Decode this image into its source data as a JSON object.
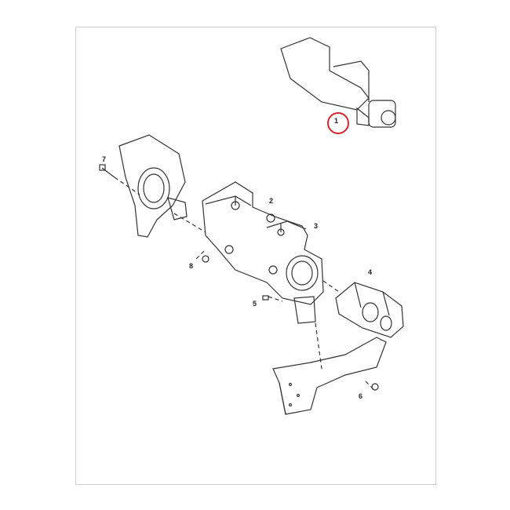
{
  "diagram": {
    "callouts": [
      "1",
      "2",
      "3",
      "4",
      "5",
      "6",
      "7",
      "8"
    ],
    "highlight_color": "#d8262e",
    "highlighted_callout": "1"
  }
}
